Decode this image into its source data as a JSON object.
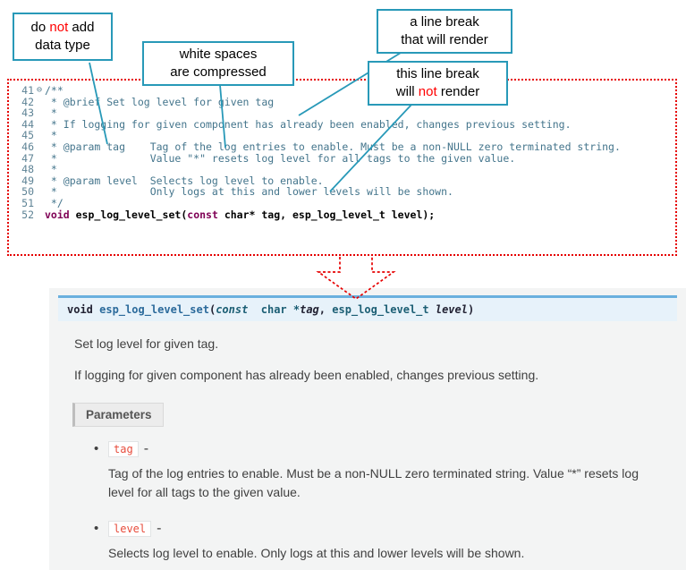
{
  "theme": {
    "teal": "#2899b8",
    "red": "#ff0000",
    "dotred": "#e60000",
    "comment": "#44758c",
    "kw": "#7f0055",
    "linenum": "#5e8395",
    "sigbg": "#e7f2fa",
    "sigborder": "#6ab0de",
    "bodytext": "#404040",
    "chipred": "#e74c3c"
  },
  "callouts": {
    "datatype": {
      "line1_pre": "do ",
      "line1_red": "not",
      "line1_post": " add",
      "line2": "data type"
    },
    "whitespace": {
      "line1": "white spaces",
      "line2": "are compressed"
    },
    "break_render": {
      "line1": "a line break",
      "line2": "that will render"
    },
    "break_norender": {
      "line1": "this line break",
      "line2_pre": "will ",
      "line2_red": "not",
      "line2_post": " render"
    }
  },
  "code": {
    "lines": [
      {
        "num": "41",
        "fold": "⊖",
        "text": "/**"
      },
      {
        "num": "42",
        "text": " * @brief Set log level for given tag"
      },
      {
        "num": "43",
        "text": " *"
      },
      {
        "num": "44",
        "text": " * If logging for given component has already been enabled, changes previous setting."
      },
      {
        "num": "45",
        "text": " *"
      },
      {
        "num": "46",
        "text": " * @param tag    Tag of the log entries to enable. Must be a non-NULL zero terminated string."
      },
      {
        "num": "47",
        "text": " *               Value \"*\" resets log level for all tags to the given value."
      },
      {
        "num": "48",
        "text": " *"
      },
      {
        "num": "49",
        "text": " * @param level  Selects log level to enable."
      },
      {
        "num": "50",
        "text": " *               Only logs at this and lower levels will be shown."
      },
      {
        "num": "51",
        "text": " */"
      },
      {
        "num": "52"
      }
    ],
    "sig": {
      "kw1": "void",
      "mid": " esp_log_level_set(",
      "kw2": "const",
      "rest": " char* tag, esp_log_level_t level);"
    }
  },
  "doc": {
    "sig": {
      "ret": "void",
      "name": " esp_log_level_set",
      "open": "(",
      "const_kw": "const",
      "type1": "  char *",
      "arg1": "tag",
      "comma": ", ",
      "type2": "esp_log_level_t",
      "space": " ",
      "arg2": "level",
      "close": ")"
    },
    "p1": "Set log level for given tag.",
    "p2": "If logging for given component has already been enabled, changes previous setting.",
    "params_label": "Parameters",
    "params": [
      {
        "name": "tag",
        "dash": "-",
        "desc": "Tag of the log entries to enable. Must be a non-NULL zero terminated string. Value “*” resets log level for all tags to the given value."
      },
      {
        "name": "level",
        "dash": "-",
        "desc": "Selects log level to enable. Only logs at this and lower levels will be shown."
      }
    ]
  }
}
